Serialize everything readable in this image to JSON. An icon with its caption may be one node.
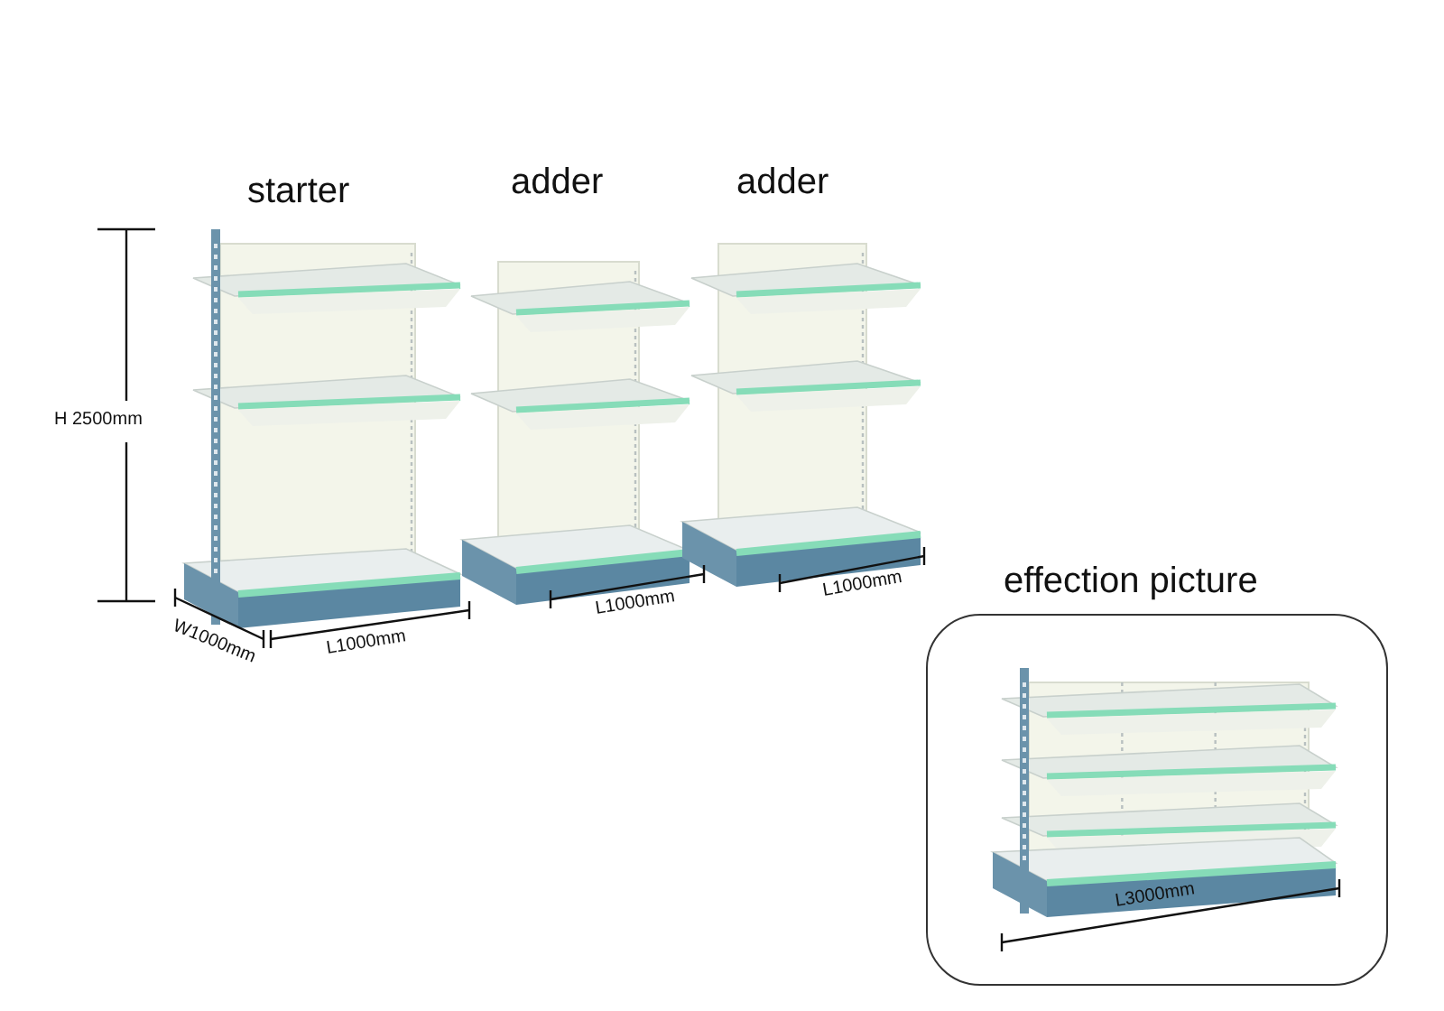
{
  "diagram": {
    "nodes": [
      {
        "text": [
          "effection picture",
          "L3000mm"
        ]
      }
    ],
    "labels": [
      "starter",
      "adder",
      "adder",
      "H 2500mm",
      "W1000mm",
      "L1000mm",
      "L1000mm",
      "L1000mm"
    ]
  }
}
